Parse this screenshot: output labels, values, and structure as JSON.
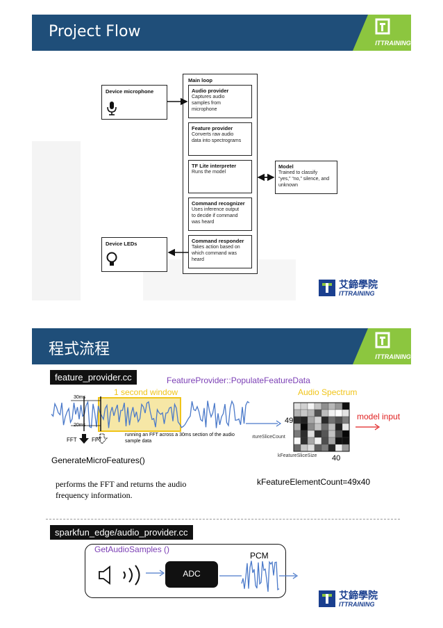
{
  "slide1": {
    "title": "Project Flow",
    "main_loop": {
      "title": "Main loop",
      "stages": [
        {
          "title": "Audio provider",
          "lines": [
            "Captures audio",
            "samples from",
            "microphone"
          ]
        },
        {
          "title": "Feature provider",
          "lines": [
            "Converts raw audio",
            "data into spectrograms"
          ]
        },
        {
          "title": "TF Lite interpreter",
          "lines": [
            "Runs the model"
          ]
        },
        {
          "title": "Command recognizer",
          "lines": [
            "Uses inference output",
            "to decide if command",
            "was heard"
          ]
        },
        {
          "title": "Command responder",
          "lines": [
            "Takes action based on",
            "which command was",
            "heard"
          ]
        }
      ]
    },
    "device_microphone": "Device microphone",
    "device_leds": "Device LEDs",
    "model": {
      "title": "Model",
      "lines": [
        "Trained to classify",
        "“yes,” “no,” silence, and",
        "unknown"
      ]
    },
    "brand_cn": "艾鍗學院",
    "brand_en": "ITTRAINING"
  },
  "slide2": {
    "title": "程式流程",
    "feature_provider_file": "feature_provider.cc",
    "populate_function": "FeatureProvider::PopulateFeatureData",
    "one_second_window": "1 second window",
    "audio_spectrum": "Audio Spectrum",
    "model_input": "model input",
    "ms30": "30ms",
    "ms20": "20ms",
    "fft1": "FFT",
    "fft2": "FFT",
    "fft_note_1": "running an FFT across a 30ms section of the audio",
    "fft_note_2": "sample data",
    "slice_count_value": "49",
    "slice_count_label": "ıtureSliceCount",
    "slice_size_label": "kFeatureSliceSize",
    "slice_size_value": "40",
    "generate_fn": "GenerateMicroFeatures()",
    "fft_desc_1": "performs the FFT and returns the audio",
    "fft_desc_2": "frequency information.",
    "element_count": "kFeatureElementCount=49x40",
    "audio_provider_file": "sparkfun_edge/audio_provider.cc",
    "get_audio_samples": "GetAudioSamples ()",
    "adc": "ADC",
    "pcm": "PCM",
    "brand_cn": "艾鍗學院",
    "brand_en": "ITTRAINING"
  },
  "colors": {
    "header": "#1f4e79",
    "accent_green": "#8cc63f",
    "wave_blue": "#4a79c9",
    "window_yellow": "#f0c419",
    "purple": "#7b3fb5",
    "red": "#e02020",
    "logo_blue": "#1a3f8f"
  },
  "icons": [
    "microphone-icon",
    "lightbulb-icon",
    "speaker-icon",
    "sound-waves-icon",
    "ittraining-logo-icon"
  ]
}
